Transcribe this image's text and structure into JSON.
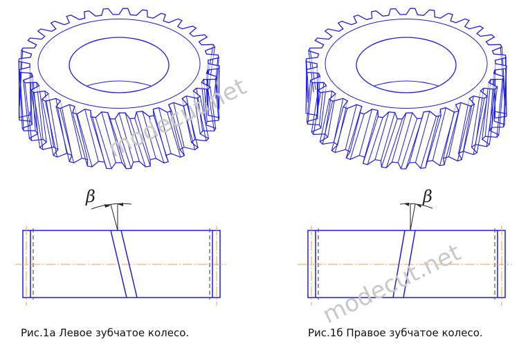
{
  "figures": [
    {
      "id": "left",
      "caption": "Рис.1а Левое зубчатое колесо.",
      "beta_symbol": "β",
      "watermark": "modecut.net",
      "hand": "left"
    },
    {
      "id": "right",
      "caption": "Рис.1б Правое зубчатое колесо.",
      "beta_symbol": "β",
      "watermark": "modecut.net",
      "hand": "right"
    }
  ],
  "colors": {
    "line": "#1a1aee",
    "axis": "#ff9a3c",
    "dark": "#222222",
    "watermark": "#c8c8c8"
  }
}
